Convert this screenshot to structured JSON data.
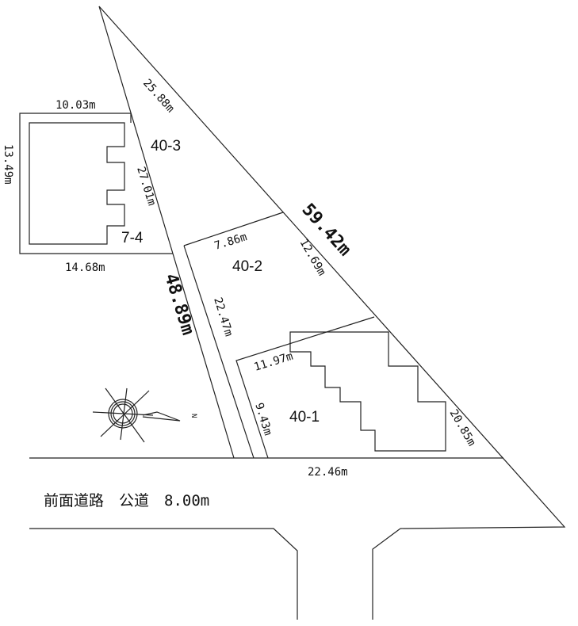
{
  "lots": {
    "l403": "40-3",
    "l402": "40-2",
    "l401": "40-1",
    "l74": "7-4"
  },
  "dims": {
    "d2588": "25.88m",
    "d1003": "10.03m",
    "d1349": "13.49m",
    "d2701": "27.01m",
    "d1468": "14.68m",
    "d786": "7.86m",
    "d5942": "59.42m",
    "d1269": "12.69m",
    "d4889": "48.89m",
    "d2247": "22.47m",
    "d1197": "11.97m",
    "d943": "9.43m",
    "d2085": "20.85m",
    "d2246": "22.46m"
  },
  "road": {
    "label": "前面道路　公道　8.00m"
  },
  "compass": {
    "north": "N"
  }
}
